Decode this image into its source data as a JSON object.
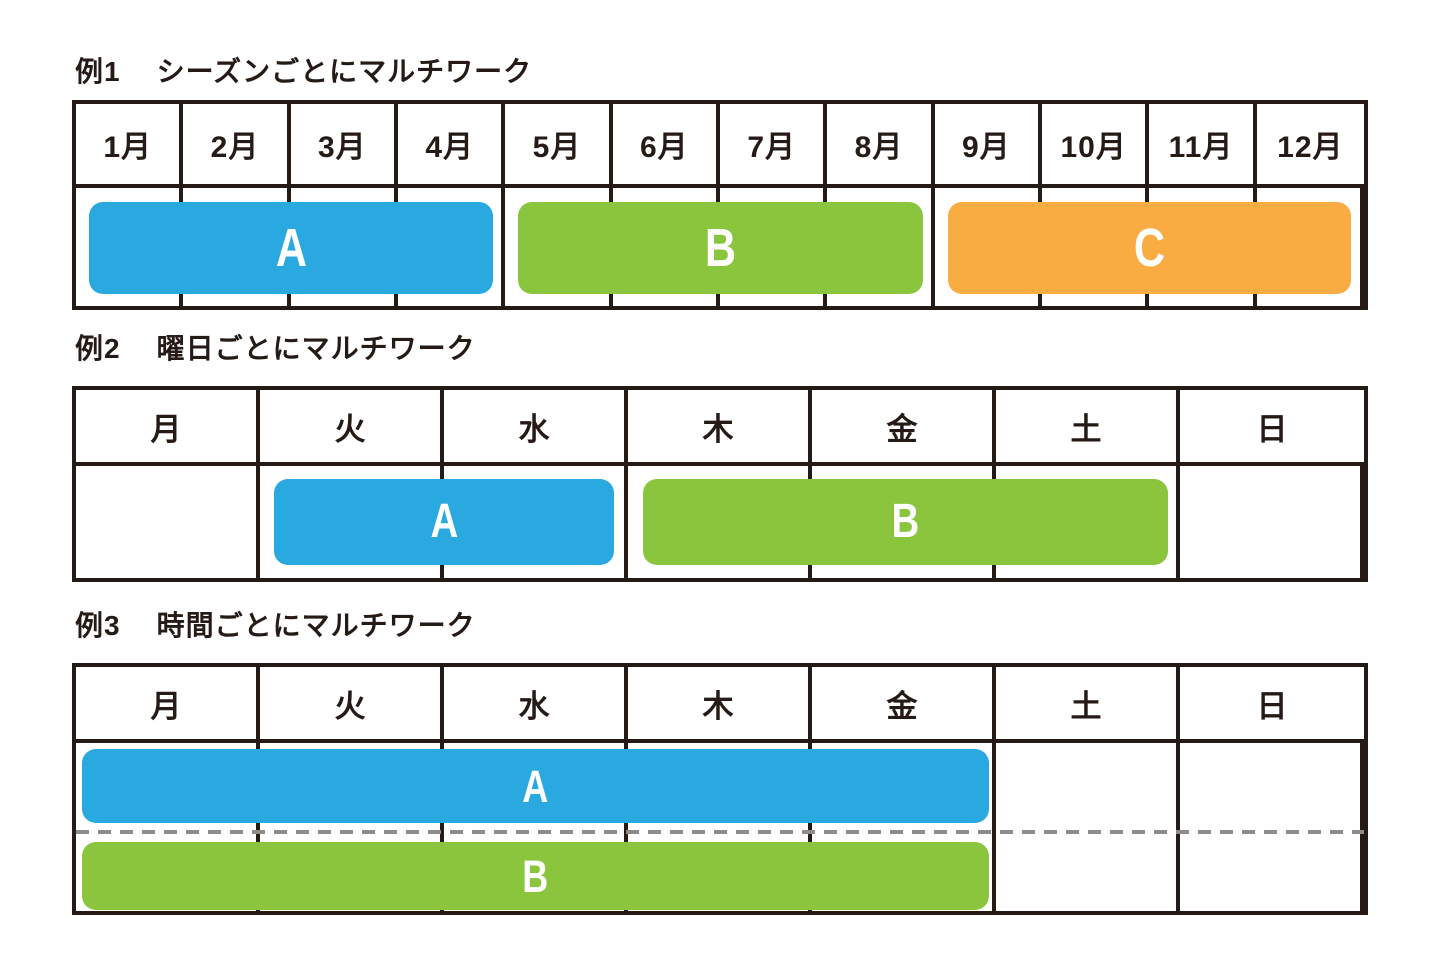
{
  "colors": {
    "ink": "#251a16",
    "blue": "#29a9e0",
    "green": "#8bc53e",
    "orange": "#f8ac42",
    "dash": "#8c8c8c",
    "bar_label": "#ffffff",
    "page_bg": "#ffffff"
  },
  "examples": [
    {
      "label": "例1",
      "title": "シーズンごとにマルチワーク",
      "unit": "month",
      "columns": [
        "1月",
        "2月",
        "3月",
        "4月",
        "5月",
        "6月",
        "7月",
        "8月",
        "9月",
        "10月",
        "11月",
        "12月"
      ],
      "bars": [
        {
          "label": "A",
          "color": "blue",
          "start": "1月",
          "end": "4月",
          "start_index": 0,
          "span": 4
        },
        {
          "label": "B",
          "color": "green",
          "start": "5月",
          "end": "8月",
          "start_index": 4,
          "span": 4
        },
        {
          "label": "C",
          "color": "orange",
          "start": "9月",
          "end": "12月",
          "start_index": 8,
          "span": 4
        }
      ]
    },
    {
      "label": "例2",
      "title": "曜日ごとにマルチワーク",
      "unit": "weekday",
      "columns": [
        "月",
        "火",
        "水",
        "木",
        "金",
        "土",
        "日"
      ],
      "bars": [
        {
          "label": "A",
          "color": "blue",
          "start": "火",
          "end": "水",
          "start_index": 1,
          "span": 2
        },
        {
          "label": "B",
          "color": "green",
          "start": "木",
          "end": "土",
          "start_index": 3,
          "span": 3
        }
      ]
    },
    {
      "label": "例3",
      "title": "時間ごとにマルチワーク",
      "unit": "weekday",
      "columns": [
        "月",
        "火",
        "水",
        "木",
        "金",
        "土",
        "日"
      ],
      "divider": "dashed",
      "bars": [
        {
          "label": "A",
          "color": "blue",
          "start": "月",
          "end": "金",
          "start_index": 0,
          "span": 5,
          "row": 0
        },
        {
          "label": "B",
          "color": "green",
          "start": "月",
          "end": "金",
          "start_index": 0,
          "span": 5,
          "row": 1
        }
      ]
    }
  ]
}
